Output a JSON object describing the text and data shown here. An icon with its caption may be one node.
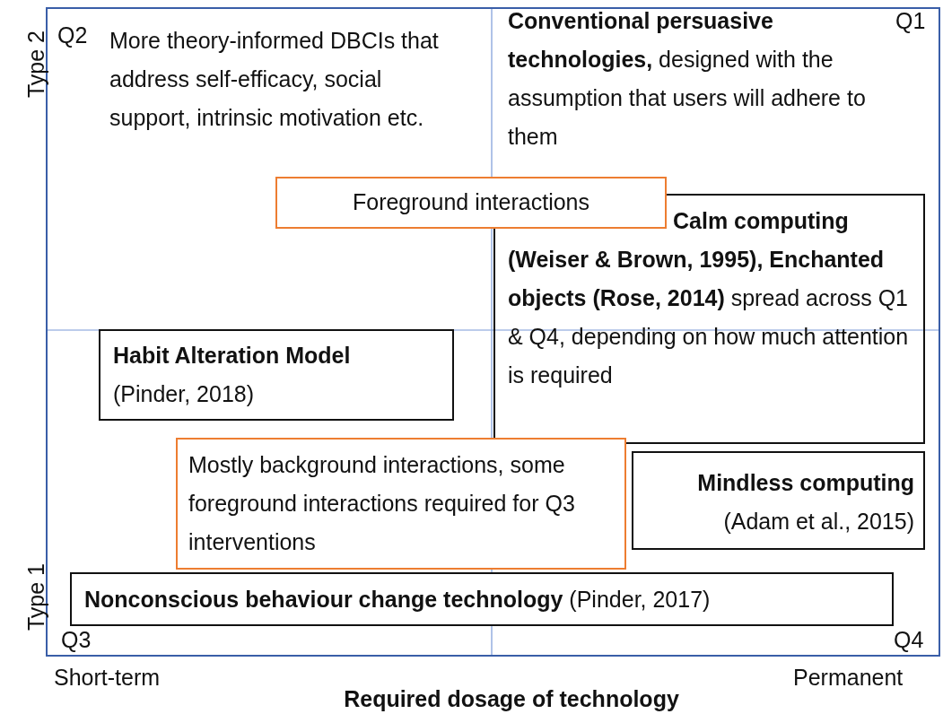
{
  "diagram": {
    "nodes": [
      {
        "text": [
          "Foreground interactions"
        ]
      },
      {
        "text": [
          "**Calm computing (Weiser & Brown, 1995), Enchanted objects (Rose, 2014)** spread across Q1 & Q4, depending on how much attention is required"
        ]
      },
      {
        "text": [
          "Habit Alteration Model",
          "(Pinder, 2018)"
        ]
      },
      {
        "text": [
          "Mostly background interactions, some foreground interactions required for Q3 interventions"
        ]
      },
      {
        "text": [
          "Mindless computing",
          "(Adam et al., 2015)"
        ]
      },
      {
        "text": [
          "**Nonconscious behaviour change technology** (Pinder, 2017)"
        ]
      }
    ],
    "labels": [
      "Type 2",
      "Q2",
      "More theory-informed DBCIs that address self-efficacy, social support, intrinsic motivation etc.",
      "**Conventional persuasive technologies,** designed with the assumption that users will adhere to them",
      "Q1",
      "Type 1",
      "Q3",
      "Q4",
      "Short-term",
      "Permanent",
      "Required dosage of technology"
    ]
  }
}
